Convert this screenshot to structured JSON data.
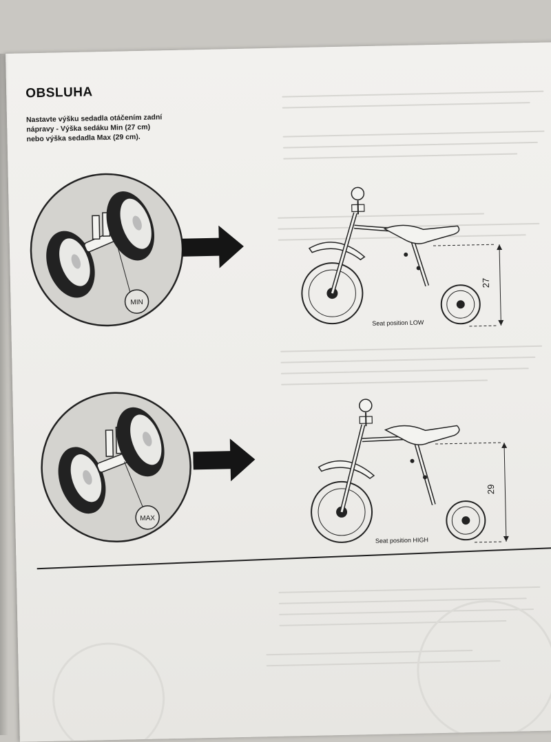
{
  "section": {
    "title": "OBSLUHA",
    "instruction_lines": [
      "Nastavte výšku sedadla otáčením zadní",
      "nápravy - Výška sedáku Min (27 cm)",
      "nebo výška sedadla Max (29 cm)."
    ]
  },
  "figures": {
    "min": {
      "axle_label": "MIN",
      "seat_caption": "Seat position LOW",
      "height_value": "27"
    },
    "max": {
      "axle_label": "MAX",
      "seat_caption": "Seat position HIGH",
      "height_value": "29"
    }
  }
}
